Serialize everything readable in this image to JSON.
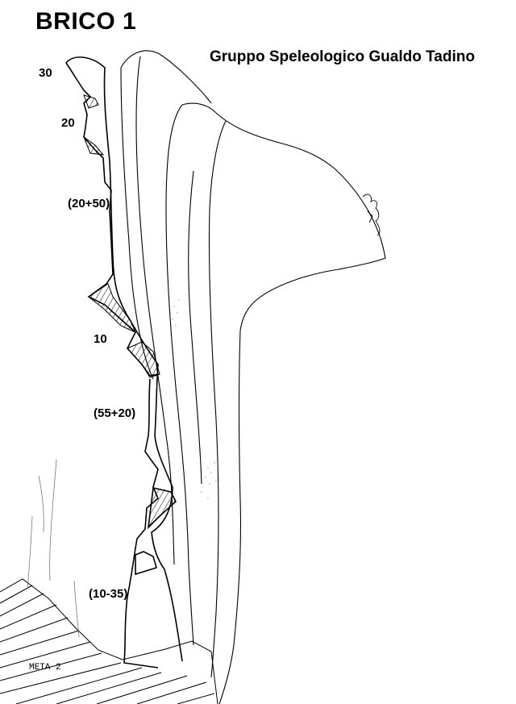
{
  "title": "BRICO 1",
  "group": "Gruppo Speleologico Gualdo Tadino",
  "depths": {
    "d1": "30",
    "d2": "20",
    "d3": "(20+50)",
    "d4": "10",
    "d5": "(55+20)",
    "d6": "(10-35)"
  },
  "meta": "META 2"
}
